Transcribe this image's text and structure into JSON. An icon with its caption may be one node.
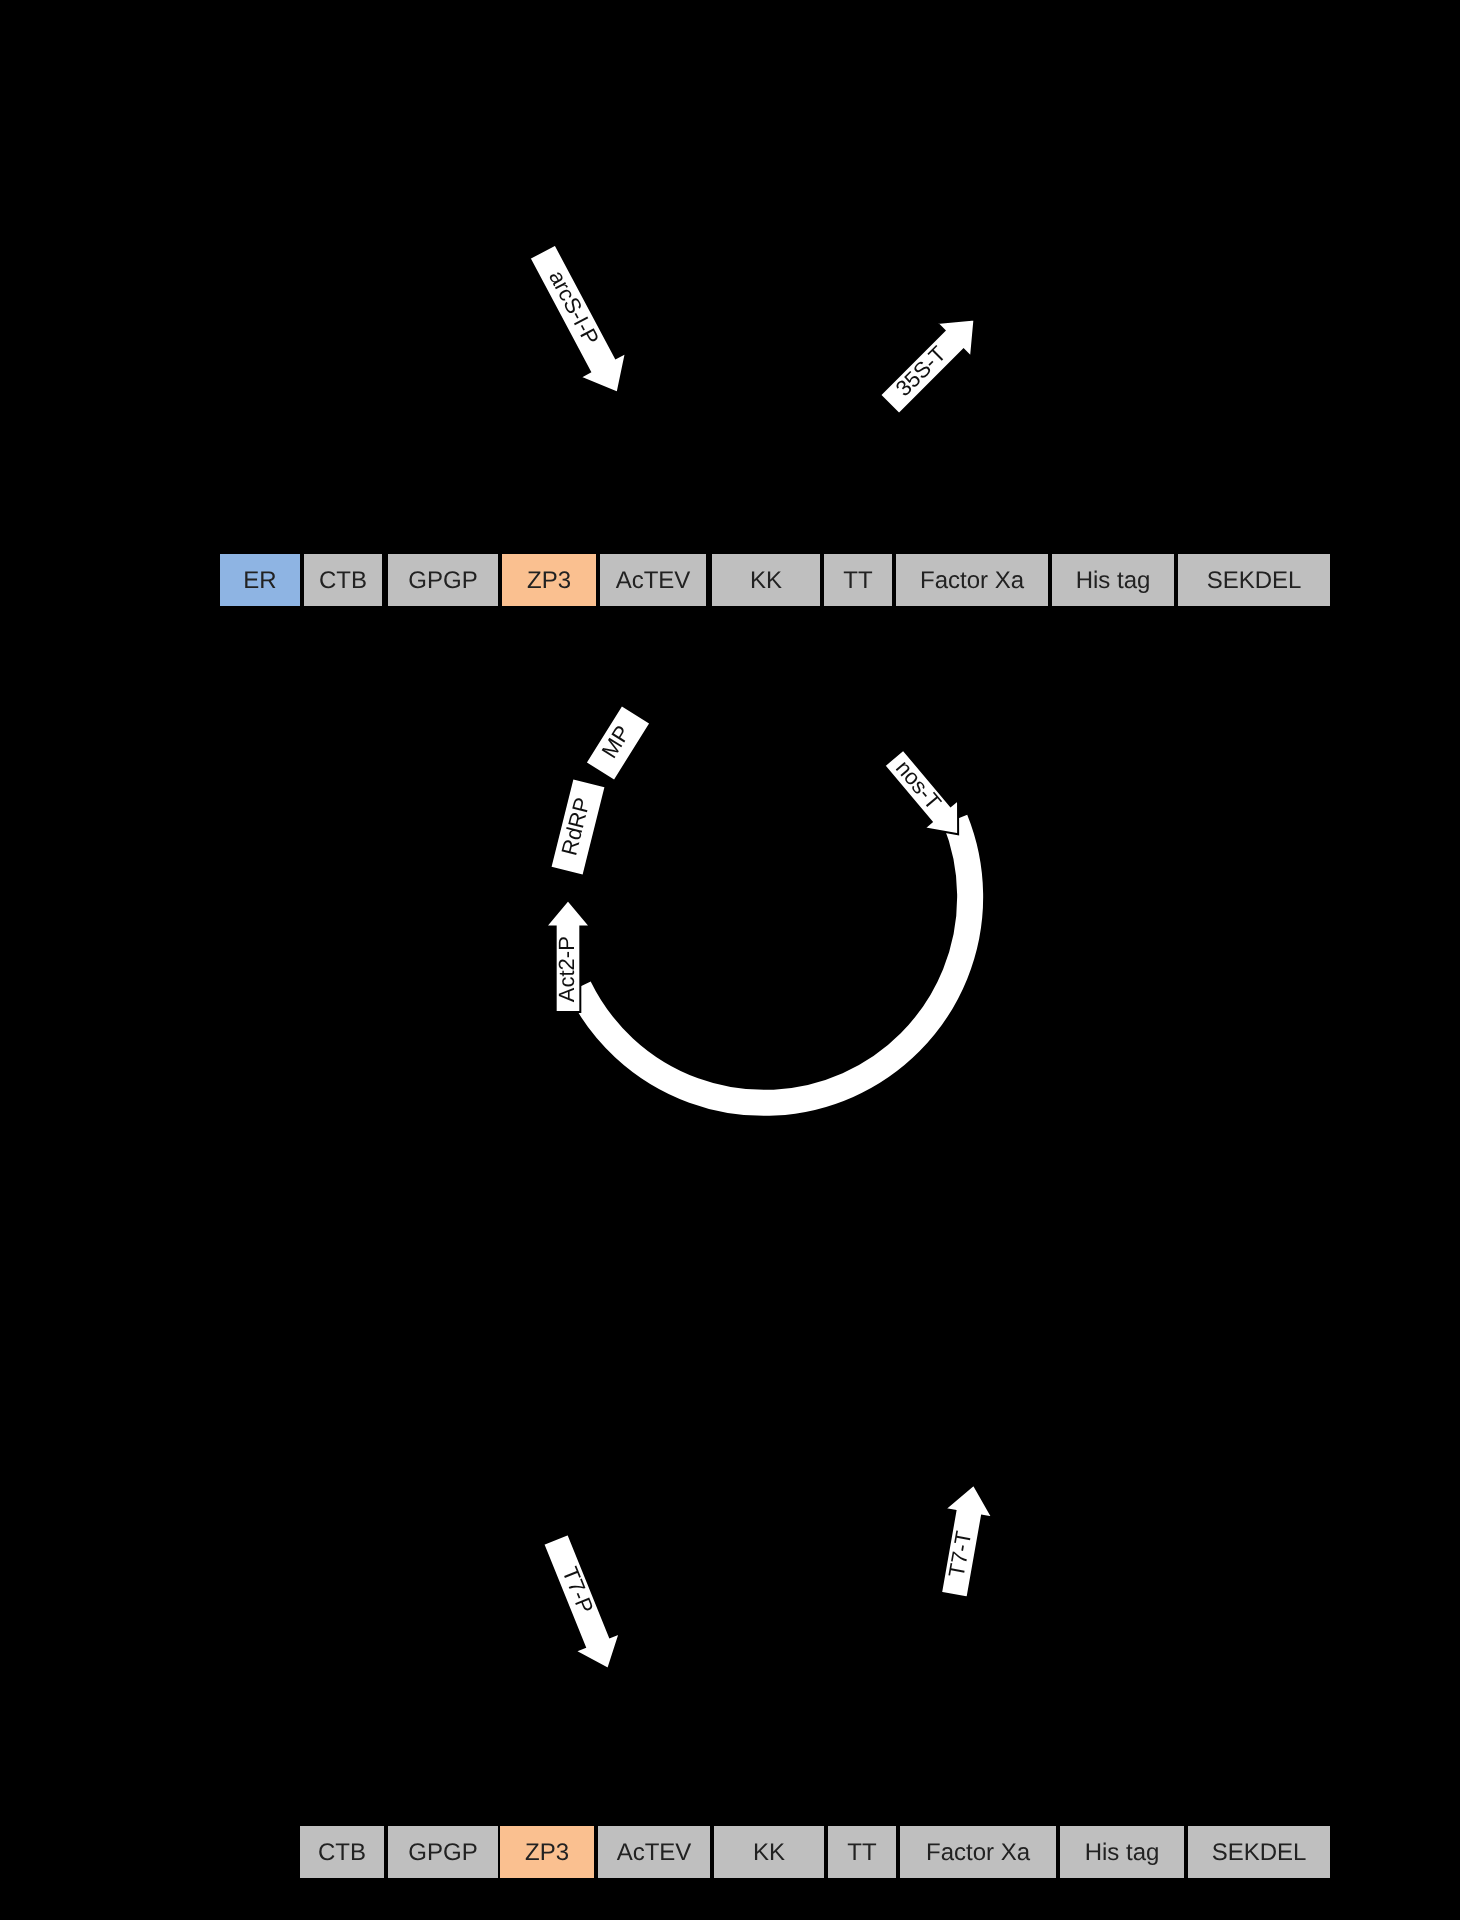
{
  "diagram": {
    "nodes": [
      {
        "text": [
          "arcS-I-P"
        ]
      },
      {
        "text": [
          "35S-T"
        ]
      },
      {
        "text": [
          "ER"
        ]
      },
      {
        "text": [
          "CTB"
        ]
      },
      {
        "text": [
          "GPGP"
        ]
      },
      {
        "text": [
          "ZP3"
        ]
      },
      {
        "text": [
          "AcTEV"
        ]
      },
      {
        "text": [
          "KK"
        ]
      },
      {
        "text": [
          "TT"
        ]
      },
      {
        "text": [
          "Factor Xa"
        ]
      },
      {
        "text": [
          "His tag"
        ]
      },
      {
        "text": [
          "SEKDEL"
        ]
      },
      {
        "text": [
          "MP"
        ]
      },
      {
        "text": [
          "nos-T"
        ]
      },
      {
        "text": [
          "RdRP"
        ]
      },
      {
        "text": [
          "Act2-P"
        ]
      },
      {
        "text": [
          "T7-P"
        ]
      },
      {
        "text": [
          "T7-T"
        ]
      },
      {
        "text": [
          "CTB"
        ]
      },
      {
        "text": [
          "GPGP"
        ]
      },
      {
        "text": [
          "ZP3"
        ]
      },
      {
        "text": [
          "AcTEV"
        ]
      },
      {
        "text": [
          "KK"
        ]
      },
      {
        "text": [
          "TT"
        ]
      },
      {
        "text": [
          "Factor Xa"
        ]
      },
      {
        "text": [
          "His tag"
        ]
      },
      {
        "text": [
          "SEKDEL"
        ]
      }
    ]
  }
}
